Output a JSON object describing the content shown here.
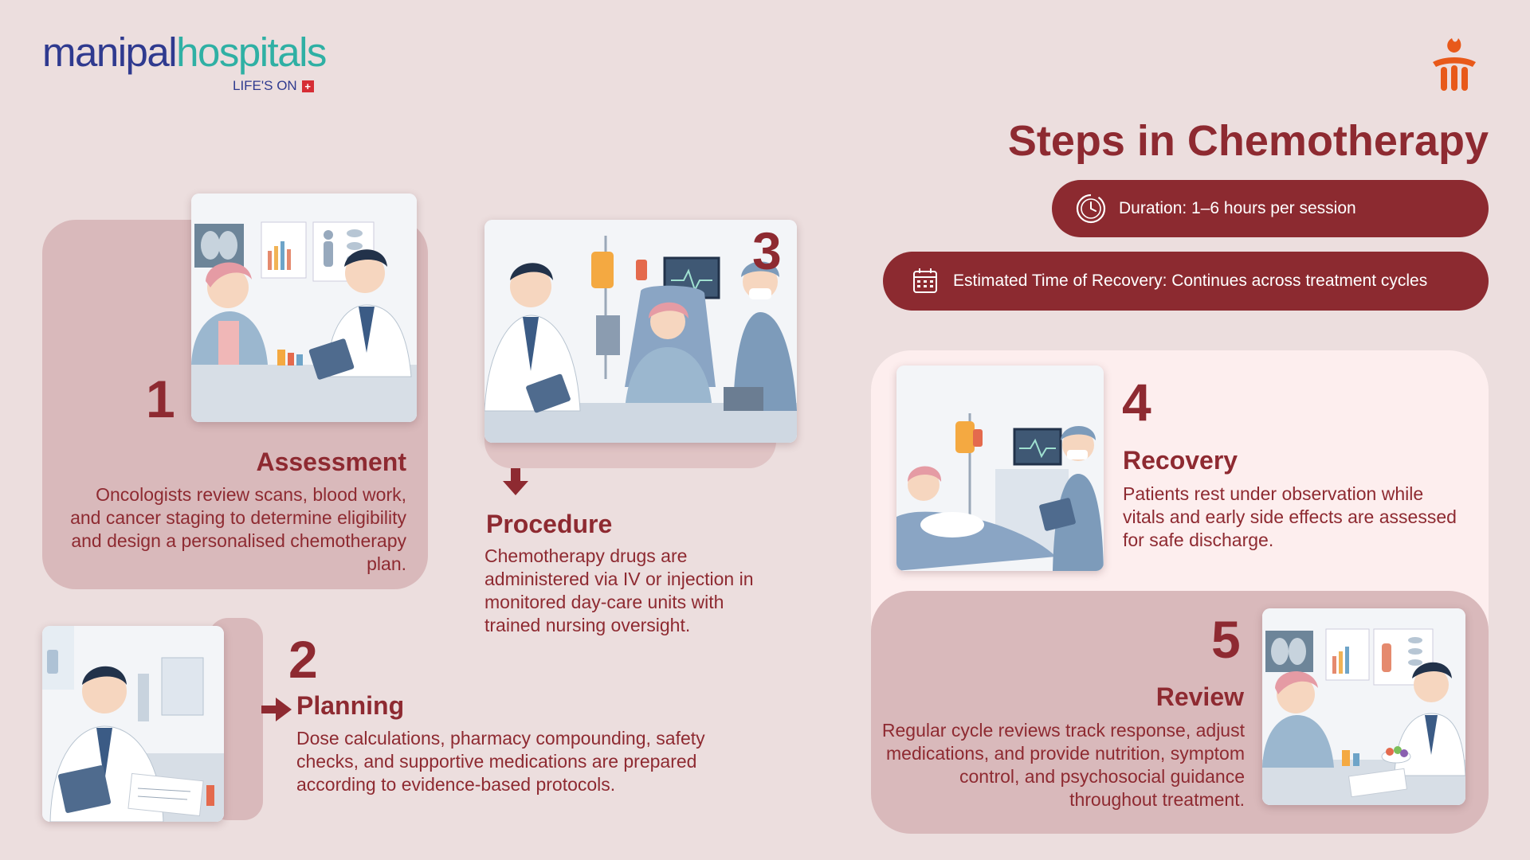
{
  "brand": {
    "name_part1": "manipal",
    "name_part2": "hospitals",
    "tagline": "LIFE'S ON",
    "logo_icon": "plus-badge-icon",
    "mark_icon": "hand-orange-mark-icon",
    "color_primary": "#2f3a8f",
    "color_secondary": "#2fb0a4",
    "color_mark": "#e8591a"
  },
  "header": {
    "title": "Steps in Chemotherapy",
    "duration": "Duration: 1–6 hours per session",
    "duration_icon": "clock-icon",
    "recovery": "Estimated Time of Recovery: Continues across treatment cycles",
    "recovery_icon": "calendar-icon"
  },
  "colors": {
    "accent": "#8c2a30",
    "background": "#ecdede",
    "panel": "#d9b9bb",
    "panel_light": "#fdeeee"
  },
  "steps": [
    {
      "number": "1",
      "title": "Assessment",
      "text": "Oncologists review scans, blood work, and cancer staging to determine eligibility and design a personalised chemotherapy plan."
    },
    {
      "number": "2",
      "title": "Planning",
      "text": "Dose calculations, pharmacy compounding, safety checks, and supportive medications are prepared according to evidence-based protocols."
    },
    {
      "number": "3",
      "title": "Procedure",
      "text": "Chemotherapy drugs are administered via IV or injection in monitored day-care units with trained nursing oversight."
    },
    {
      "number": "4",
      "title": "Recovery",
      "text": "Patients rest under observation while vitals and early side effects are assessed for safe discharge."
    },
    {
      "number": "5",
      "title": "Review",
      "text": "Regular cycle reviews track response, adjust medications, and provide nutrition, symptom control, and psychosocial guidance throughout treatment."
    }
  ]
}
